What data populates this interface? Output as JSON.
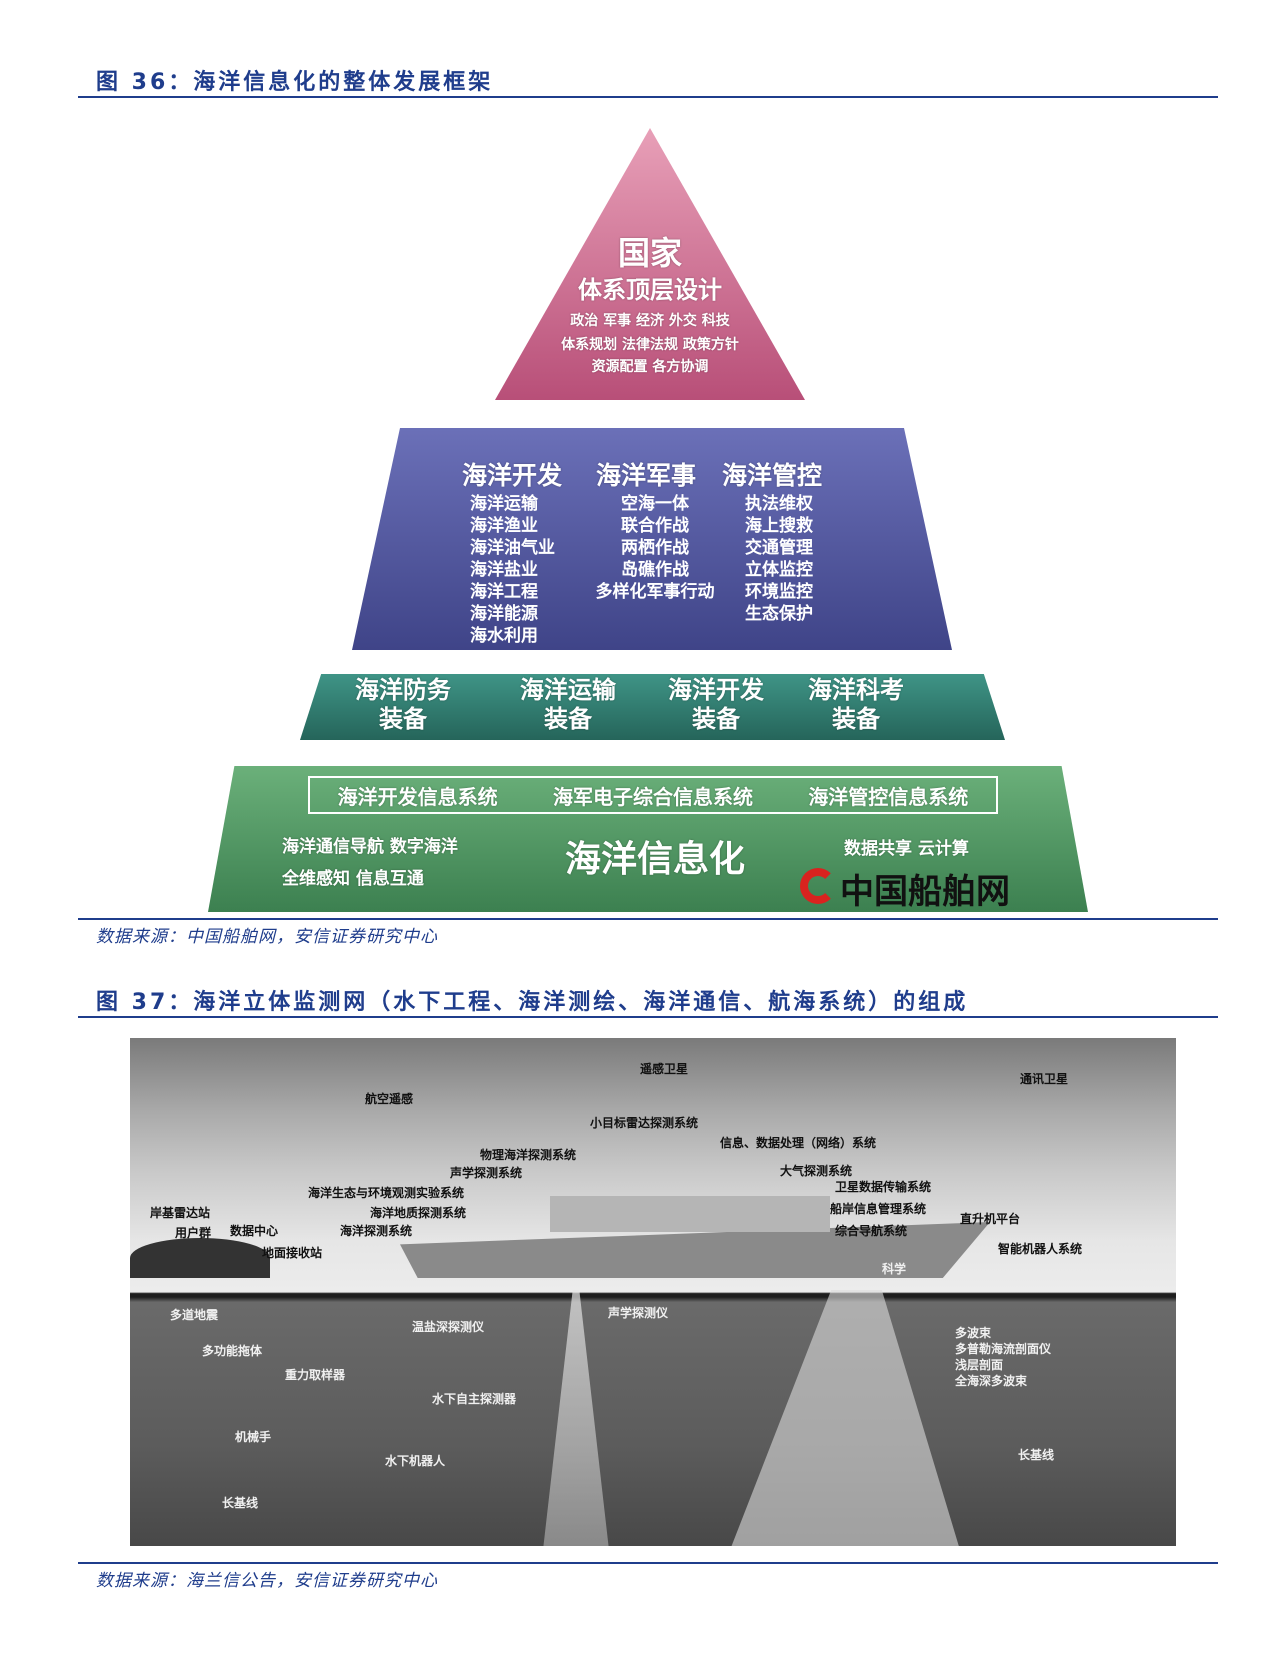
{
  "figure36": {
    "title": "图 36：海洋信息化的整体发展框架",
    "top": {
      "title": "国家",
      "subtitle": "体系顶层设计",
      "lines": [
        "政治 军事 经济 外交 科技",
        "体系规划 法律法规 政策方针",
        "资源配置 各方协调"
      ],
      "color": "#c05a80"
    },
    "second": {
      "headers": [
        "海洋开发",
        "海洋军事",
        "海洋管控"
      ],
      "columns": [
        [
          "海洋运输",
          "海洋渔业",
          "海洋油气业",
          "海洋盐业",
          "海洋工程",
          "海洋能源",
          "海水利用"
        ],
        [
          "空海一体",
          "联合作战",
          "两栖作战",
          "岛礁作战",
          "多样化军事行动"
        ],
        [
          "执法维权",
          "海上搜救",
          "交通管理",
          "立体监控",
          "环境监控",
          "生态保护"
        ]
      ],
      "color": "#4a4f96"
    },
    "third": {
      "items": [
        [
          "海洋防务",
          "装备"
        ],
        [
          "海洋运输",
          "装备"
        ],
        [
          "海洋开发",
          "装备"
        ],
        [
          "海洋科考",
          "装备"
        ]
      ],
      "color": "#2e7a6e"
    },
    "base": {
      "systems": [
        "海洋开发信息系统",
        "海军电子综合信息系统",
        "海洋管控信息系统"
      ],
      "left_lines": [
        "海洋通信导航 数字海洋",
        "全维感知 信息互通"
      ],
      "center": "海洋信息化",
      "right": "数据共享 云计算",
      "watermark": "中国船舶网",
      "color": "#4e9460"
    },
    "source": "数据来源：中国船舶网，安信证券研究中心"
  },
  "figure37": {
    "title": "图 37：海洋立体监测网（水下工程、海洋测绘、海洋通信、航海系统）的组成",
    "labels": [
      "遥感卫星",
      "通讯卫星",
      "航空遥感",
      "小目标雷达探测系统",
      "物理海洋探测系统",
      "信息、数据处理（网络）系统",
      "声学探测系统",
      "大气探测系统",
      "海洋生态与环境观测实验系统",
      "卫星数据传输系统",
      "海洋地质探测系统",
      "船岸信息管理系统",
      "岸基雷达站",
      "直升机平台",
      "用户群",
      "数据中心",
      "海洋探测系统",
      "综合导航系统",
      "地面接收站",
      "智能机器人系统",
      "科学",
      "多道地震",
      "温盐深探测仪",
      "声学探测仪",
      "多功能拖体",
      "多波束",
      "多普勒海流剖面仪",
      "浅层剖面",
      "全海深多波束",
      "重力取样器",
      "水下自主探测器",
      "机械手",
      "水下机器人",
      "长基线",
      "长基线"
    ],
    "source": "数据来源：海兰信公告，安信证券研究中心"
  }
}
